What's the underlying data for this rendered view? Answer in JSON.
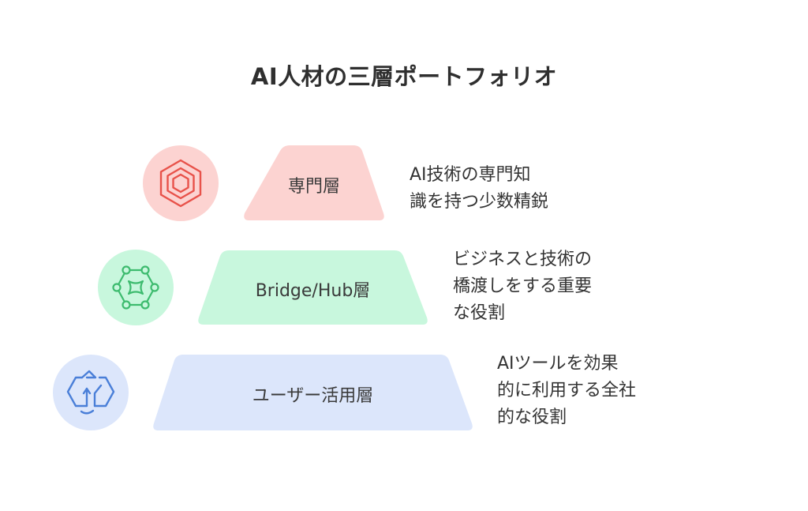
{
  "title": "AI人材の三層ポートフォリオ",
  "colors": {
    "red_fill": "#FCD3D1",
    "red_icon": "#E8524A",
    "green_fill": "#C8F7DD",
    "green_icon": "#3DBB6E",
    "blue_fill": "#DCE6FB",
    "blue_icon": "#4A7FD8"
  },
  "tiers": [
    {
      "label": "専門層",
      "icon": "hexagon-icon",
      "description": [
        "AI技術の専門知",
        "識を持つ少数精鋭"
      ]
    },
    {
      "label": "Bridge/Hub層",
      "icon": "network-nodes-icon",
      "description": [
        "ビジネスと技術の",
        "橋渡しをする重要",
        "な役割"
      ]
    },
    {
      "label": "ユーザー活用層",
      "icon": "exchange-arrows-icon",
      "description": [
        "AIツールを効果",
        "的に利用する全社",
        "的な役割"
      ]
    }
  ]
}
